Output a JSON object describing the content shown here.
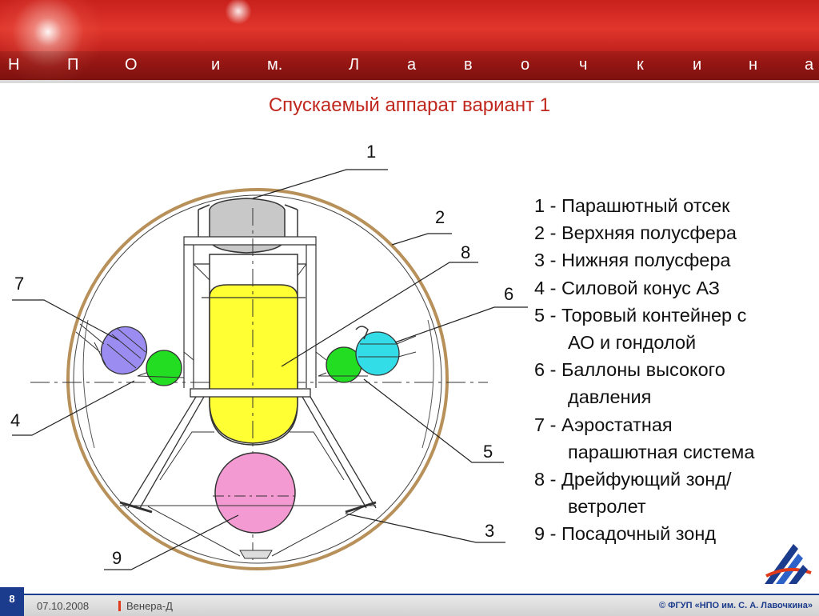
{
  "header": {
    "letters": [
      "Н",
      "П",
      "О",
      "и",
      "м.",
      "Л",
      "а",
      "в",
      "о",
      "ч",
      "к",
      "и",
      "н",
      "а"
    ]
  },
  "title": "Спускаемый аппарат вариант 1",
  "callouts": [
    "1",
    "2",
    "3",
    "4",
    "5",
    "6",
    "7",
    "8",
    "9"
  ],
  "legend": [
    {
      "line1": "1 - Парашютный отсек",
      "line2": ""
    },
    {
      "line1": "2 - Верхняя полусфера",
      "line2": ""
    },
    {
      "line1": "3 - Нижняя полусфера",
      "line2": ""
    },
    {
      "line1": "4 - Силовой конус АЗ",
      "line2": ""
    },
    {
      "line1": "5 - Торовый контейнер с",
      "line2": "АО и гондолой"
    },
    {
      "line1": "6 - Баллоны высокого",
      "line2": "давления"
    },
    {
      "line1": "7 - Аэростатная",
      "line2": "парашютная система"
    },
    {
      "line1": "8 - Дрейфующий зонд/",
      "line2": "ветролет"
    },
    {
      "line1": "9 - Посадочный зонд",
      "line2": ""
    }
  ],
  "footer": {
    "page": "8",
    "date": "07.10.2008",
    "project": "Венера-Д",
    "copyright": "© ФГУП «НПО им. С. А. Лавочкина»"
  },
  "colors": {
    "header_red": "#c8201c",
    "title_red": "#c0281e",
    "hull_gold": "#b8905a",
    "parachute_gray": "#c8c8c8",
    "probe_yellow": "#ffff33",
    "lander_pink": "#f39ad2",
    "balloon_green": "#22dd22",
    "container_cyan": "#33dde8",
    "aerostat_violet": "#9b8cf2",
    "footer_blue": "#1b3b8c"
  }
}
